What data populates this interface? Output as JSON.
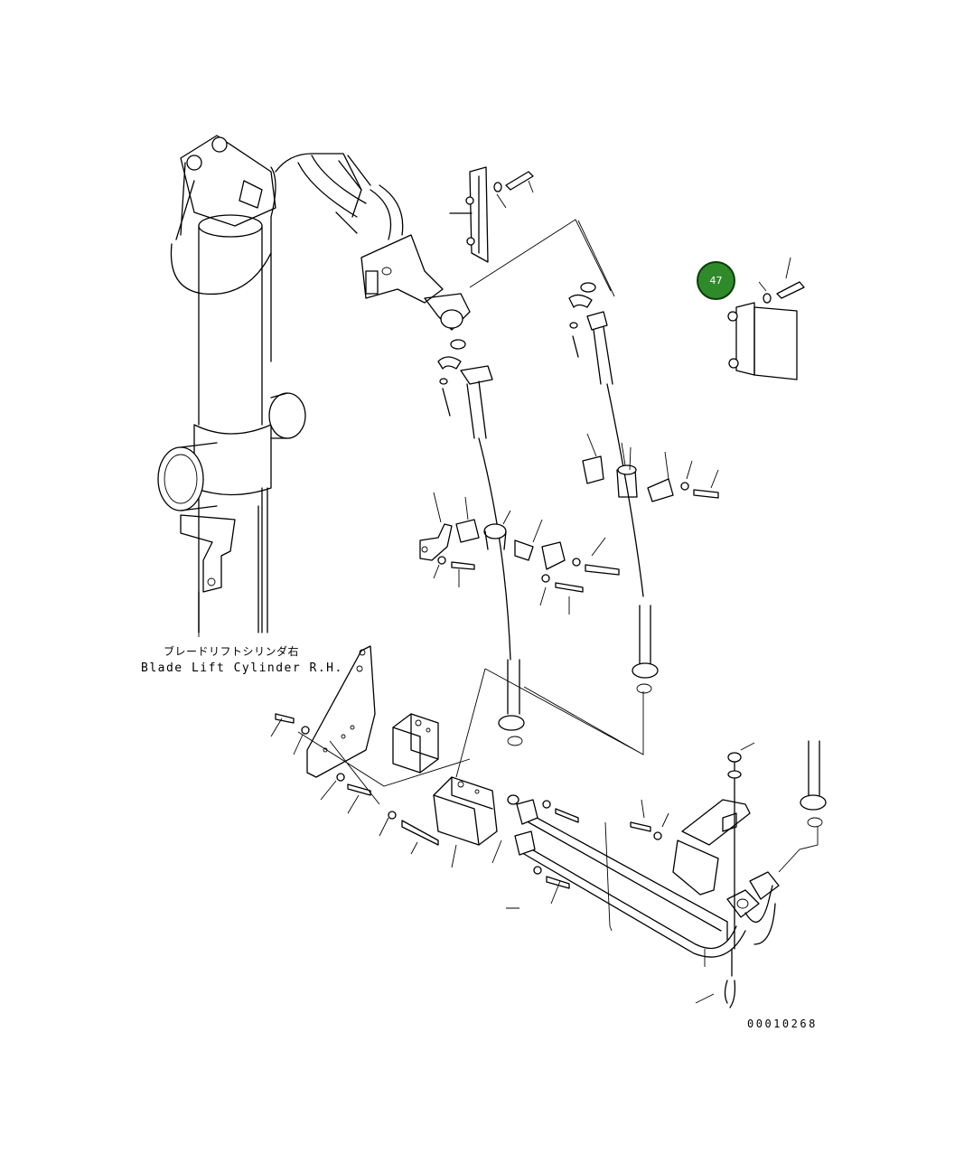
{
  "diagram": {
    "labels": {
      "japanese_caption": "ブレードリフトシリンダ右",
      "english_caption": "Blade Lift Cylinder R.H.",
      "drawing_number": "00010268"
    },
    "callouts": [
      {
        "number": "47",
        "color": "#2f8a2a"
      }
    ],
    "style": {
      "line_color": "#000000",
      "background": "#ffffff"
    }
  }
}
